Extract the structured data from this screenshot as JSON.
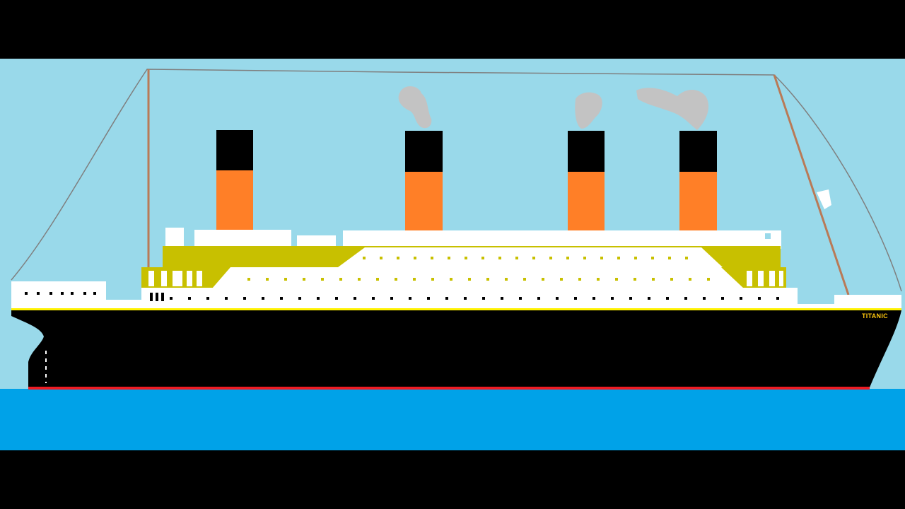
{
  "ship": {
    "name": "TITANIC",
    "funnel_count": 4
  },
  "colors": {
    "letterbox": "#000000",
    "sky": "#99d9ea",
    "sea": "#00a2e8",
    "hull": "#000000",
    "boot_top": "#ed1c24",
    "superstructure": "#ffffff",
    "deck_trim": "#c8c000",
    "hull_stripe": "#fff200",
    "funnel_top": "#000000",
    "funnel_body": "#ff7f27",
    "smoke": "#c3c3c3",
    "mast": "#b97a57",
    "rigging": "#7f7f7f",
    "name_text": "#ffc90e",
    "portholes": "#000000",
    "deck_windows": "#c8c000"
  },
  "features": [
    "fore-mast",
    "aft-mast",
    "rigging-wire",
    "smoke-plumes",
    "rudder-dashes"
  ]
}
